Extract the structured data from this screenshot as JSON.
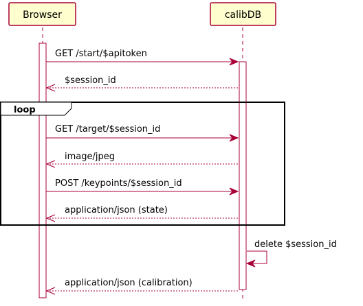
{
  "participants": [
    {
      "id": "browser",
      "name": "Browser"
    },
    {
      "id": "calibdb",
      "name": "calibDB"
    }
  ],
  "fragment": {
    "label": "loop"
  },
  "messages": [
    {
      "id": "m1",
      "label": "GET /start/$apitoken",
      "from": "browser",
      "to": "calibdb",
      "style": "solid"
    },
    {
      "id": "m2",
      "label": "$session_id",
      "from": "calibdb",
      "to": "browser",
      "style": "dashed"
    },
    {
      "id": "m3",
      "label": "GET /target/$session_id",
      "from": "browser",
      "to": "calibdb",
      "style": "solid"
    },
    {
      "id": "m4",
      "label": "image/jpeg",
      "from": "calibdb",
      "to": "browser",
      "style": "dashed"
    },
    {
      "id": "m5",
      "label": "POST /keypoints/$session_id",
      "from": "browser",
      "to": "calibdb",
      "style": "solid"
    },
    {
      "id": "m6",
      "label": "application/json (state)",
      "from": "calibdb",
      "to": "browser",
      "style": "dashed"
    },
    {
      "id": "m7",
      "label": "delete $session_id",
      "from": "calibdb",
      "to": "calibdb",
      "style": "solid"
    },
    {
      "id": "m8",
      "label": "application/json (calibration)",
      "from": "calibdb",
      "to": "browser",
      "style": "dashed"
    }
  ],
  "colors": {
    "participant_fill": "#FEFECE",
    "line": "#A80036",
    "frame": "#000000"
  }
}
